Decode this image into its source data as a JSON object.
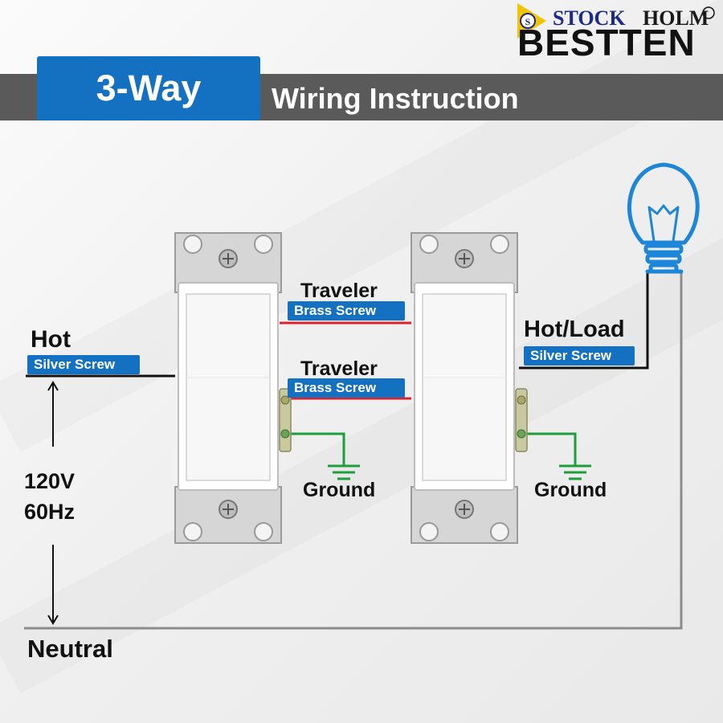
{
  "header": {
    "title": "3-Way",
    "subtitle": "Wiring Instruction"
  },
  "logo": {
    "stock": "STOCK",
    "holm": "HOLM",
    "brand": "BESTTEN"
  },
  "labels": {
    "hot": "Hot",
    "hot_screw": "Silver Screw",
    "traveler_top": "Traveler",
    "traveler_top_screw": "Brass Screw",
    "traveler_bottom": "Traveler",
    "traveler_bottom_screw": "Brass Screw",
    "hot_load": "Hot/Load",
    "hot_load_screw": "Silver Screw",
    "ground_left": "Ground",
    "ground_right": "Ground",
    "voltage": "120V",
    "frequency": "60Hz",
    "neutral": "Neutral"
  },
  "colors": {
    "accent_blue": "#1470c0",
    "header_gray": "#5a5a5a",
    "traveler_wire": "#d9232d",
    "ground_wire": "#1e9e3a",
    "hot_wire": "#111111",
    "neutral_wire": "#8c8c8c",
    "bulb": "#1e86d8"
  }
}
